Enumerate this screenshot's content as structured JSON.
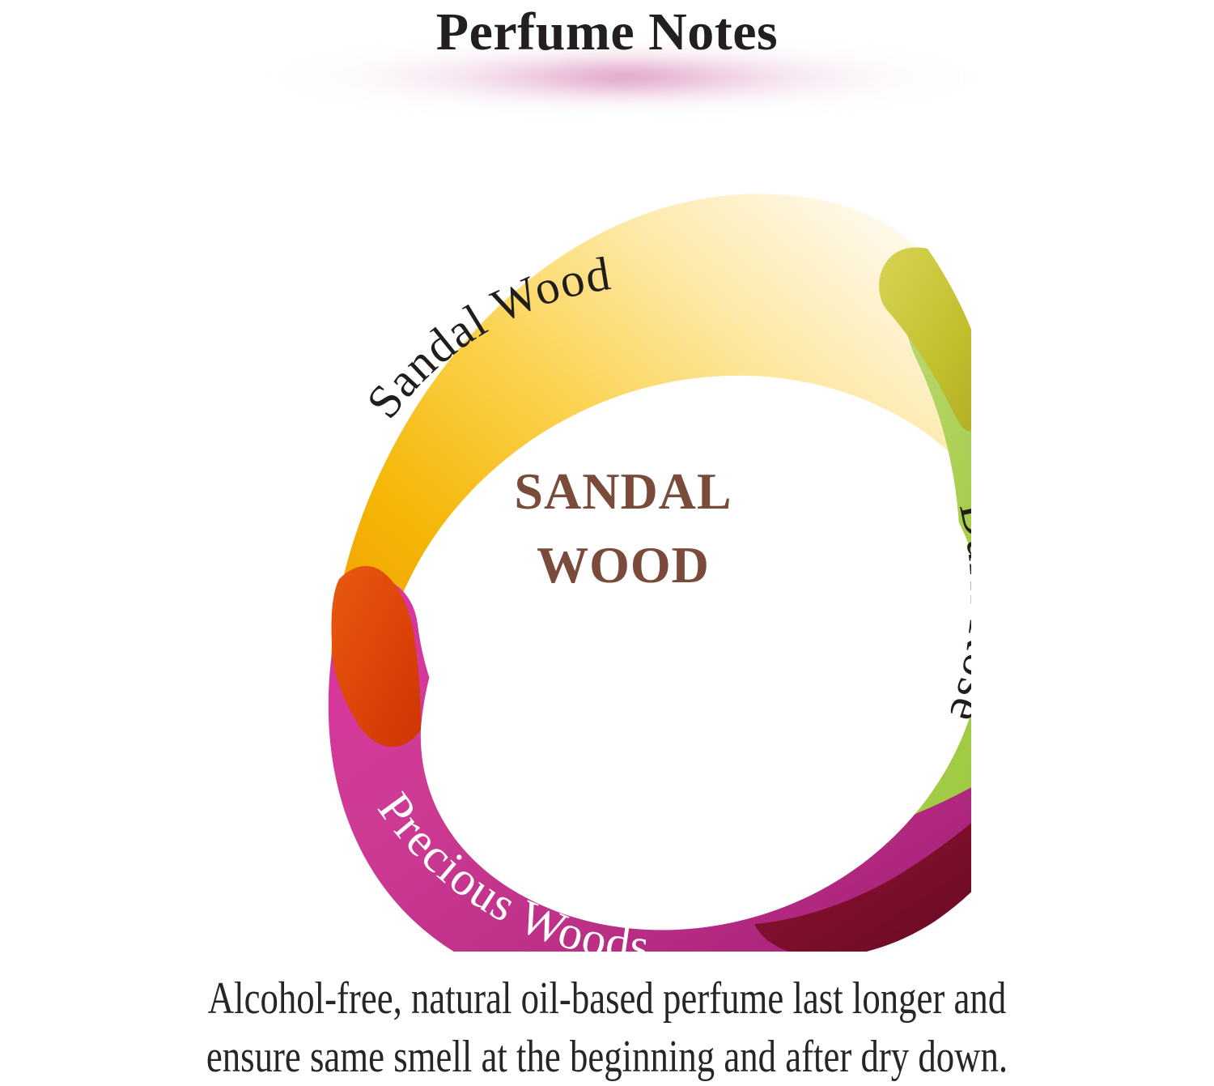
{
  "page": {
    "background_color": "#ffffff",
    "title": "Perfume Notes",
    "title_color": "#231f20"
  },
  "glow": {
    "name": "pink-glow",
    "color": "#ba2d83"
  },
  "diagram": {
    "type": "three-petal-venn",
    "center_label_lines": [
      "SANDAL",
      "WOOD"
    ],
    "center_label_color": "#7a4b3b",
    "center_fill": "#ffffff",
    "petals": [
      {
        "id": "sandal-wood",
        "label": "Sandal Wood",
        "position": "top",
        "text_color": "#211d1c",
        "color_start": "#f2a900",
        "color_mid": "#fbd14b",
        "color_end": "#fdf4d6"
      },
      {
        "id": "dark-rose",
        "label": "Dark Rose",
        "position": "right",
        "text_color": "#211d1c",
        "color_start": "#e7f0d0",
        "color_mid": "#b6d465",
        "color_end": "#9dc83f"
      },
      {
        "id": "precious-woods",
        "label": "Precious Woods",
        "position": "bottom-left",
        "text_color": "#ffffff",
        "color_start": "#d7339a",
        "color_mid": "#c7388f",
        "color_end": "#a02679"
      }
    ],
    "overlaps": [
      {
        "id": "yellow-magenta",
        "color": "#dd4408",
        "between": [
          "sandal-wood",
          "precious-woods"
        ]
      },
      {
        "id": "yellow-green",
        "color": "#c3c02a",
        "between": [
          "sandal-wood",
          "dark-rose"
        ]
      },
      {
        "id": "magenta-green",
        "color": "#7b0e2b",
        "between": [
          "precious-woods",
          "dark-rose"
        ]
      }
    ]
  },
  "caption": {
    "lines": [
      "Alcohol-free, natural oil-based perfume last longer and",
      "ensure same smell at the beginning and after dry down."
    ],
    "color": "#262626"
  }
}
